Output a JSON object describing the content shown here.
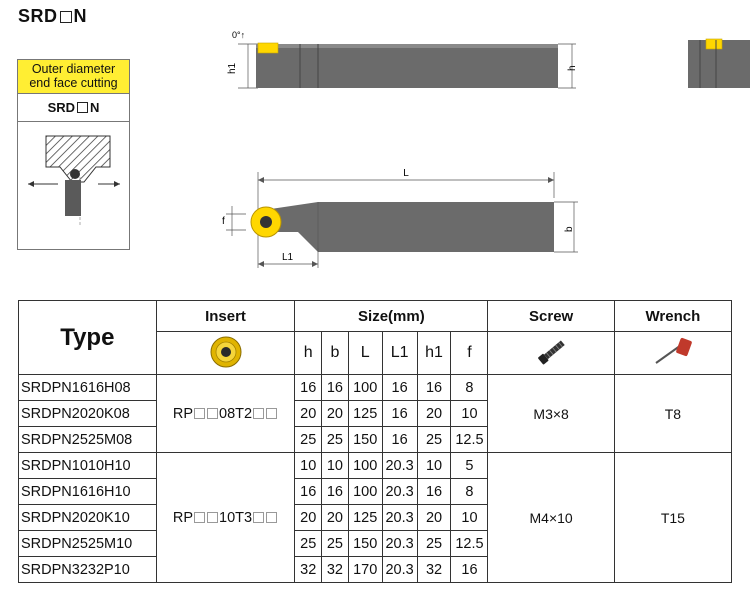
{
  "page": {
    "title_prefix": "SRD",
    "title_suffix": "N"
  },
  "card": {
    "label_line1": "Outer diameter",
    "label_line2": "end face cutting",
    "code_prefix": "SRD",
    "code_suffix": "N"
  },
  "drawing": {
    "angle_label": "0°↑",
    "h1": "h1",
    "h": "h",
    "L": "L",
    "f": "f",
    "b": "b",
    "L1": "L1"
  },
  "table": {
    "headers": {
      "type": "Type",
      "insert": "Insert",
      "size": "Size(mm)",
      "screw": "Screw",
      "wrench": "Wrench"
    },
    "dims": [
      "h",
      "b",
      "L",
      "L1",
      "h1",
      "f"
    ],
    "groups": [
      {
        "insert_prefix": "RP",
        "insert_mid": "08T2",
        "screw": "M3×8",
        "wrench": "T8",
        "rows": [
          {
            "model": "SRDPN1616H08",
            "h": "16",
            "b": "16",
            "L": "100",
            "L1": "16",
            "h1": "16",
            "f": "8"
          },
          {
            "model": "SRDPN2020K08",
            "h": "20",
            "b": "20",
            "L": "125",
            "L1": "16",
            "h1": "20",
            "f": "10"
          },
          {
            "model": "SRDPN2525M08",
            "h": "25",
            "b": "25",
            "L": "150",
            "L1": "16",
            "h1": "25",
            "f": "12.5"
          }
        ]
      },
      {
        "insert_prefix": "RP",
        "insert_mid": "10T3",
        "screw": "M4×10",
        "wrench": "T15",
        "rows": [
          {
            "model": "SRDPN1010H10",
            "h": "10",
            "b": "10",
            "L": "100",
            "L1": "20.3",
            "h1": "10",
            "f": "5"
          },
          {
            "model": "SRDPN1616H10",
            "h": "16",
            "b": "16",
            "L": "100",
            "L1": "20.3",
            "h1": "16",
            "f": "8"
          },
          {
            "model": "SRDPN2020K10",
            "h": "20",
            "b": "20",
            "L": "125",
            "L1": "20.3",
            "h1": "20",
            "f": "10"
          },
          {
            "model": "SRDPN2525M10",
            "h": "25",
            "b": "25",
            "L": "150",
            "L1": "20.3",
            "h1": "25",
            "f": "12.5"
          },
          {
            "model": "SRDPN3232P10",
            "h": "32",
            "b": "32",
            "L": "170",
            "L1": "20.3",
            "h1": "32",
            "f": "16"
          }
        ]
      }
    ]
  },
  "colors": {
    "steel": "#6b6b6b",
    "steel_dark": "#4a4a4a",
    "insert_yellow": "#ffd700",
    "label_yellow": "#ffee33",
    "wrench_red": "#c0392b"
  }
}
